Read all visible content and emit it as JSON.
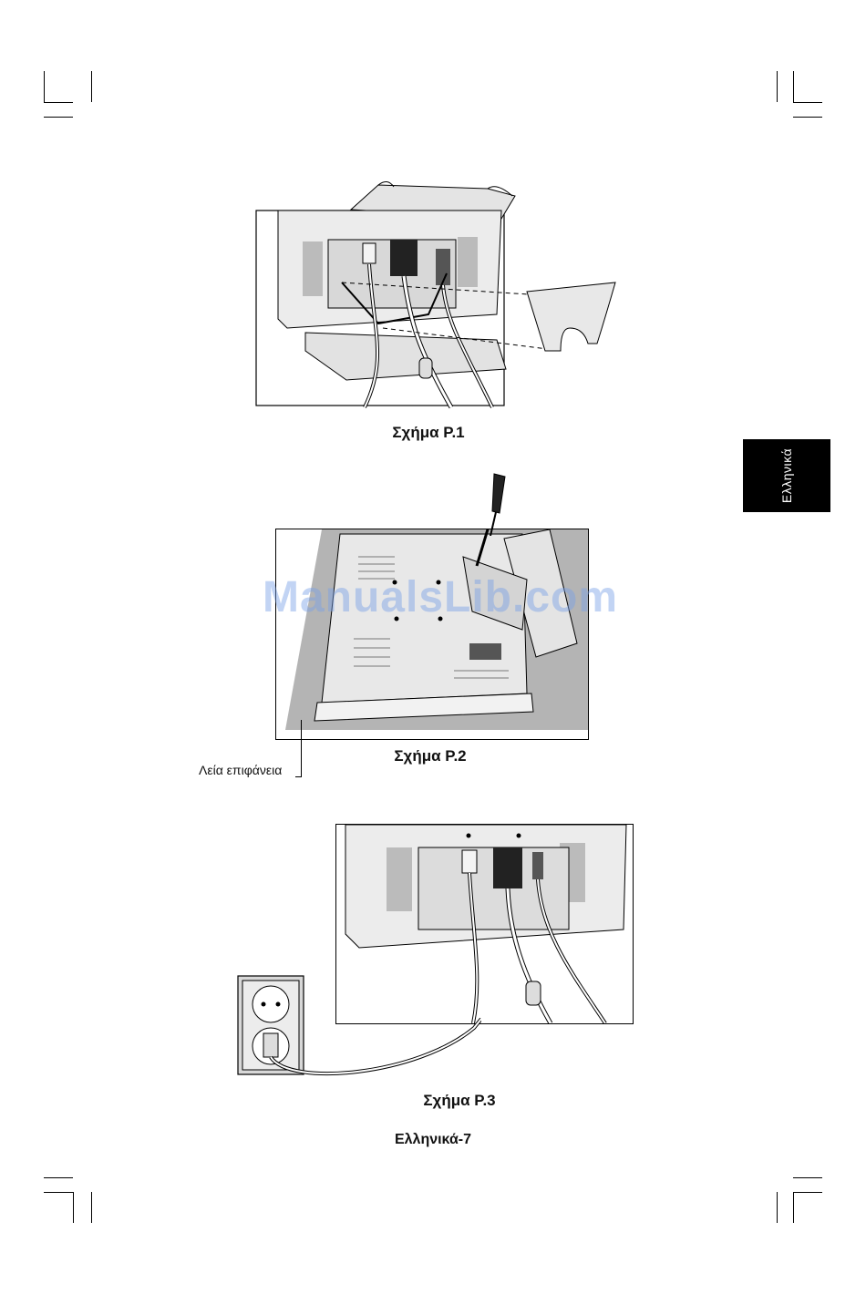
{
  "side_tab": {
    "label": "Ελληνικά"
  },
  "watermark": {
    "text": "ManualsLib.com"
  },
  "figures": [
    {
      "caption": "Σχήμα P.1"
    },
    {
      "caption": "Σχήμα P.2",
      "annotation": "Λεία επιφάνεια"
    },
    {
      "caption": "Σχήμα P.3"
    }
  ],
  "footer": {
    "page_label": "Ελληνικά-7"
  }
}
